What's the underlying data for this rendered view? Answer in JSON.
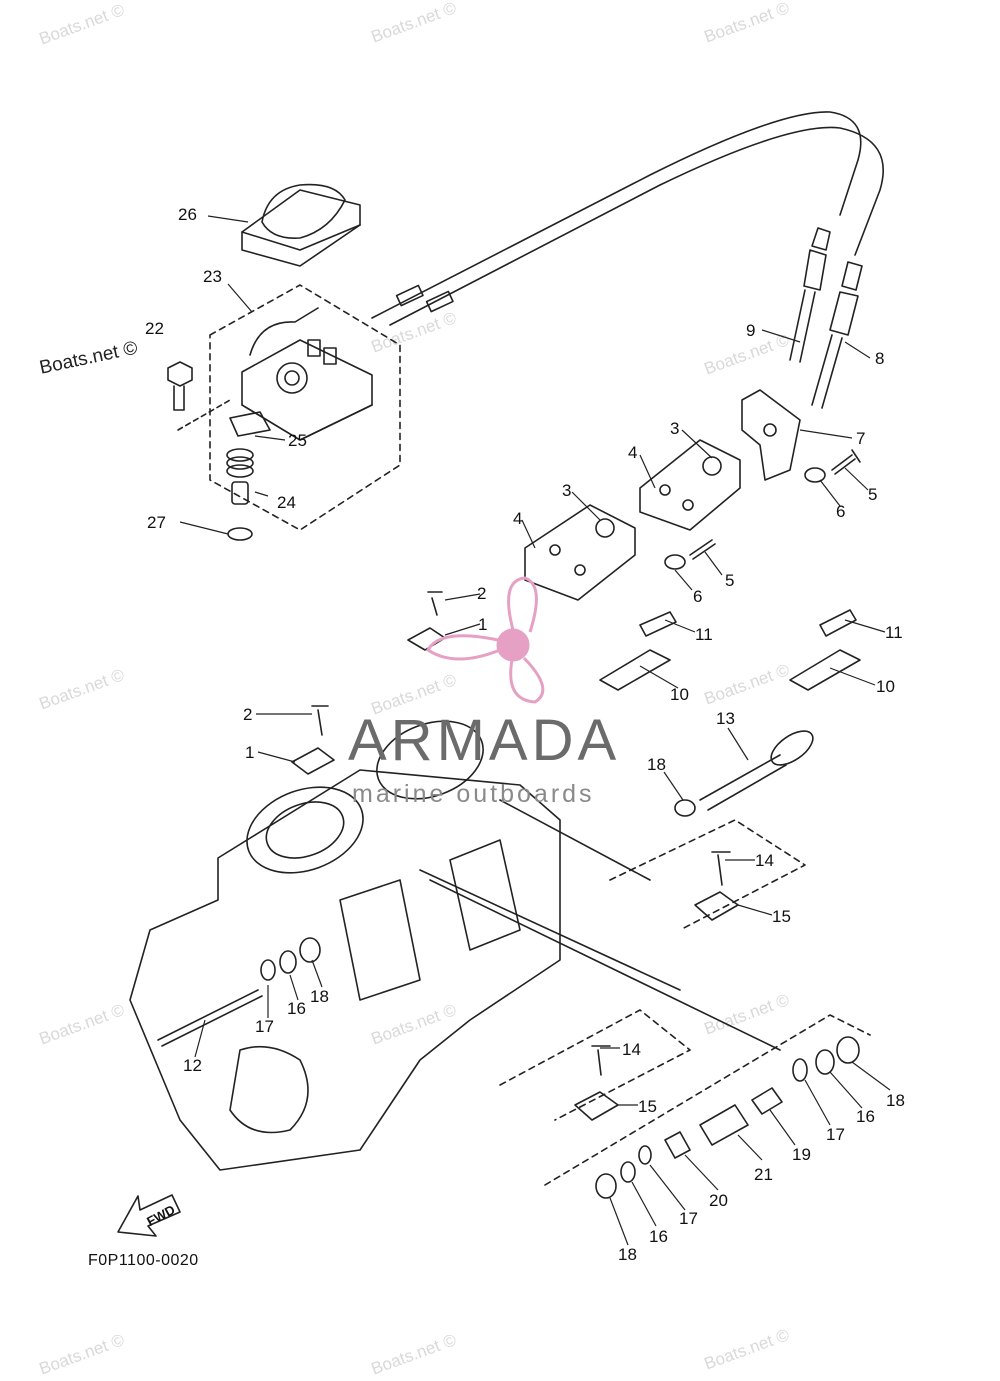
{
  "diagram": {
    "figure_code": "F0P1100-0020",
    "fwd_label": "FWD",
    "brand": {
      "name": "ARMADA",
      "tagline": "marine outboards",
      "accent": "#e6a0c4",
      "text_color": "#6b6b6b"
    },
    "watermark": "Boats.net ©",
    "watermark_overlay": "Boats.net ©",
    "callouts": [
      {
        "id": "c26a",
        "label": "26"
      },
      {
        "id": "c23",
        "label": "23"
      },
      {
        "id": "c22",
        "label": "22"
      },
      {
        "id": "c25",
        "label": "25"
      },
      {
        "id": "c24",
        "label": "24"
      },
      {
        "id": "c27",
        "label": "27"
      },
      {
        "id": "c9",
        "label": "9"
      },
      {
        "id": "c8",
        "label": "8"
      },
      {
        "id": "c7",
        "label": "7"
      },
      {
        "id": "c5a",
        "label": "5"
      },
      {
        "id": "c6a",
        "label": "6"
      },
      {
        "id": "c3a",
        "label": "3"
      },
      {
        "id": "c4a",
        "label": "4"
      },
      {
        "id": "c3b",
        "label": "3"
      },
      {
        "id": "c4b",
        "label": "4"
      },
      {
        "id": "c6b",
        "label": "6"
      },
      {
        "id": "c5b",
        "label": "5"
      },
      {
        "id": "c2a",
        "label": "2"
      },
      {
        "id": "c1a",
        "label": "1"
      },
      {
        "id": "c11a",
        "label": "11"
      },
      {
        "id": "c11b",
        "label": "11"
      },
      {
        "id": "c10a",
        "label": "10"
      },
      {
        "id": "c10b",
        "label": "10"
      },
      {
        "id": "c2b",
        "label": "2"
      },
      {
        "id": "c1b",
        "label": "1"
      },
      {
        "id": "c13",
        "label": "13"
      },
      {
        "id": "c18a",
        "label": "18"
      },
      {
        "id": "c14a",
        "label": "14"
      },
      {
        "id": "c15a",
        "label": "15"
      },
      {
        "id": "c16a",
        "label": "16"
      },
      {
        "id": "c18b",
        "label": "18"
      },
      {
        "id": "c17a",
        "label": "17"
      },
      {
        "id": "c12",
        "label": "12"
      },
      {
        "id": "c14b",
        "label": "14"
      },
      {
        "id": "c15b",
        "label": "15"
      },
      {
        "id": "c18c",
        "label": "18"
      },
      {
        "id": "c16b",
        "label": "16"
      },
      {
        "id": "c17b",
        "label": "17"
      },
      {
        "id": "c19",
        "label": "19"
      },
      {
        "id": "c21",
        "label": "21"
      },
      {
        "id": "c20",
        "label": "20"
      },
      {
        "id": "c17c",
        "label": "17"
      },
      {
        "id": "c16c",
        "label": "16"
      },
      {
        "id": "c18d",
        "label": "18"
      }
    ]
  }
}
